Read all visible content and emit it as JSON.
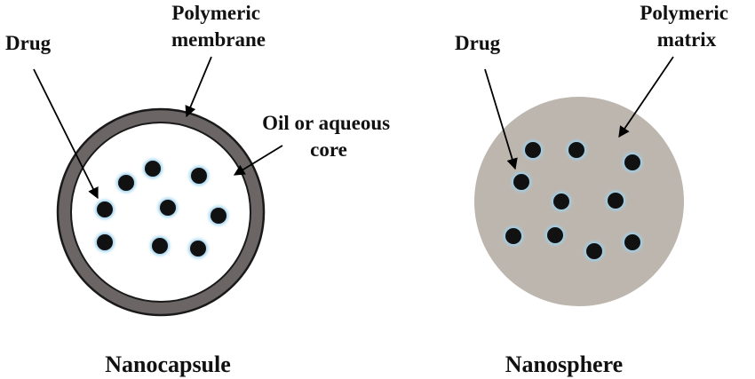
{
  "nanocapsule": {
    "title": "Nanocapsule",
    "drug_label": "Drug",
    "membrane_label": [
      "Polymeric",
      "membrane"
    ],
    "core_label": [
      "Oil or aqueous",
      "core"
    ]
  },
  "nanosphere": {
    "title": "Nanosphere",
    "drug_label": "Drug",
    "matrix_label": [
      "Polymeric",
      "matrix"
    ]
  },
  "colors": {
    "membrane": "#6b6566",
    "core": "#ffffff",
    "matrix": "#bdb6ae",
    "drug": "#111111",
    "drug_glow": "#9ed2ee",
    "text": "#111111",
    "arrow": "#000000"
  }
}
